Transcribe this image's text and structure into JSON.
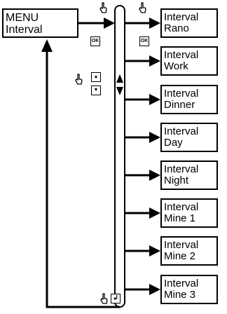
{
  "menu": {
    "line1": "MENU",
    "line2": "Interval"
  },
  "items": [
    {
      "line1": "Interval",
      "line2": "Rano"
    },
    {
      "line1": "Interval",
      "line2": "Work"
    },
    {
      "line1": "Interval",
      "line2": "Dinner"
    },
    {
      "line1": "Interval",
      "line2": "Day"
    },
    {
      "line1": "Interval",
      "line2": "Night"
    },
    {
      "line1": "Interval",
      "line2": "Mine 1"
    },
    {
      "line1": "Interval",
      "line2": "Mine 2"
    },
    {
      "line1": "Interval",
      "line2": "Mine 3"
    }
  ],
  "keys": {
    "ok_left": "OK",
    "ok_right": "OK",
    "up": "▲",
    "down": "▼",
    "back": "↲"
  },
  "icons": [
    "hand-pointer-icon",
    "ok-key-icon",
    "up-key-icon",
    "down-key-icon",
    "back-key-icon"
  ]
}
